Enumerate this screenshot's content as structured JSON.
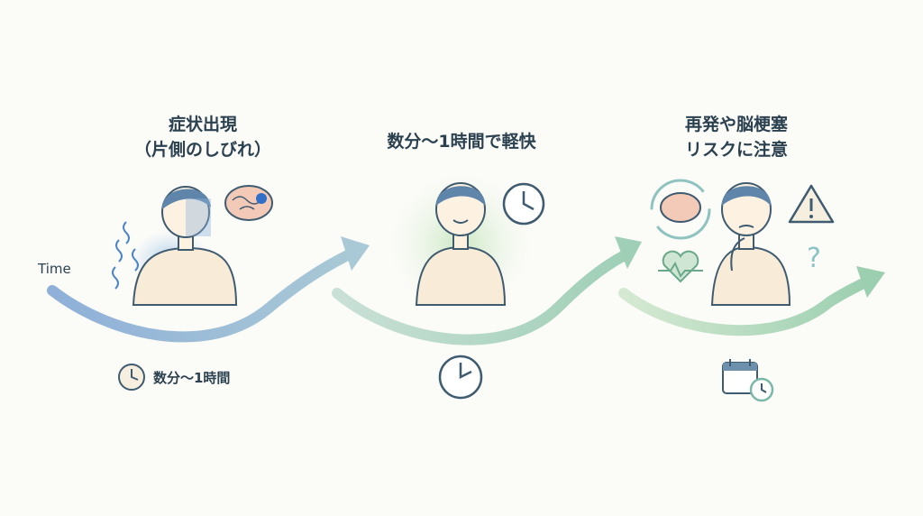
{
  "steps": [
    {
      "title_line1": "症状出現",
      "title_line2": "（片側のしびれ）",
      "duration_label": "数分〜1時間"
    },
    {
      "title_line1": "数分〜1時間で軽快"
    },
    {
      "title_line1": "再発や脳梗塞",
      "title_line2": "リスクに注意"
    }
  ],
  "axis_label": "Time",
  "colors": {
    "arrow1": "#7fa6cf",
    "arrow2": "#9dc9b0",
    "arrow3": "#a6cfae",
    "text": "#2c4150",
    "skin": "#fdf2e2",
    "hair": "#5f86aa"
  }
}
